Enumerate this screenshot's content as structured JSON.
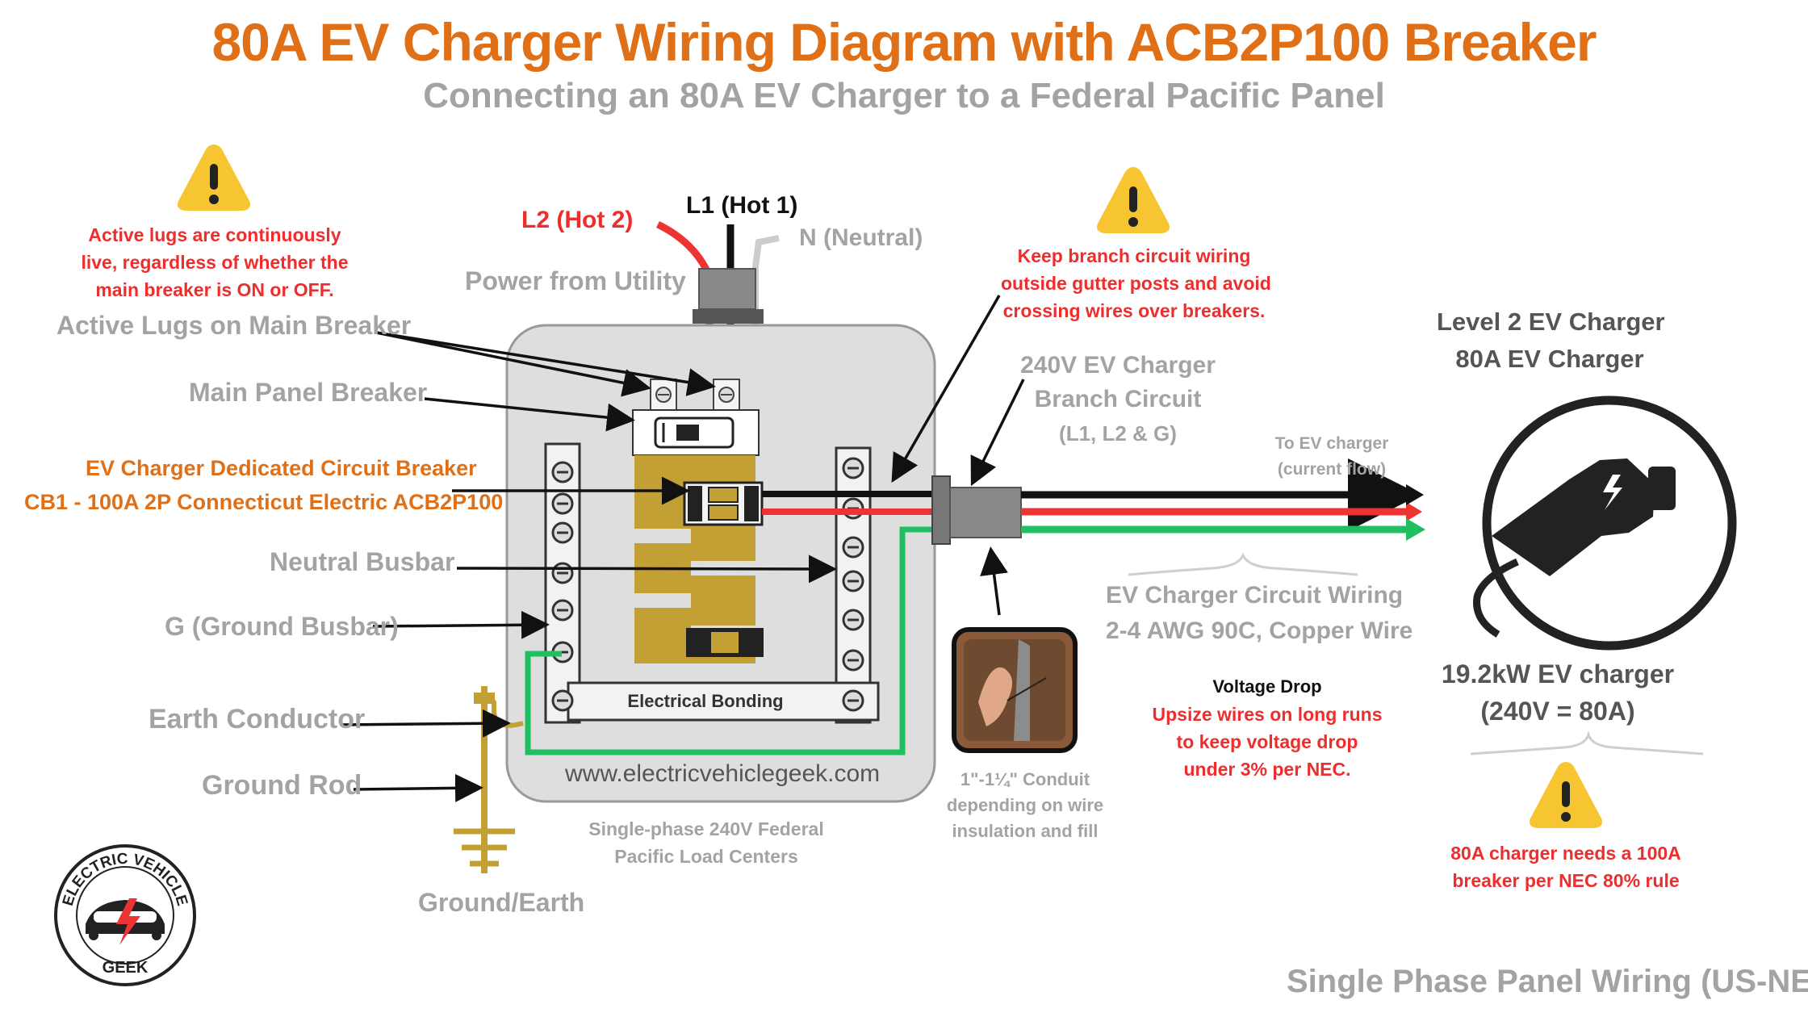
{
  "title": "80A EV Charger Wiring Diagram with ACB2P100 Breaker",
  "subtitle": "Connecting an 80A EV Charger to a Federal Pacific Panel",
  "warnings": {
    "lugs": [
      "Active lugs are continuously",
      "live, regardless of whether the",
      "main breaker is ON or OFF."
    ],
    "routing": [
      "Keep branch circuit wiring",
      "outside gutter posts and avoid",
      "crossing wires over breakers."
    ],
    "breaker_rule": [
      "80A charger needs a 100A",
      "breaker per NEC 80% rule"
    ]
  },
  "labels": {
    "l1": "L1 (Hot 1)",
    "l2": "L2 (Hot 2)",
    "neutral": "N (Neutral)",
    "power_from_utility": "Power from Utility",
    "active_lugs": "Active Lugs on Main Breaker",
    "main_panel_breaker": "Main Panel Breaker",
    "ev_breaker_line1": "EV Charger Dedicated Circuit Breaker",
    "ev_breaker_line2": "CB1 - 100A 2P Connecticut Electric ACB2P100",
    "neutral_busbar": "Neutral Busbar",
    "ground_busbar": "G (Ground Busbar)",
    "earth_conductor": "Earth Conductor",
    "ground_rod": "Ground Rod",
    "ground_earth": "Ground/Earth",
    "electrical_bonding": "Electrical Bonding",
    "website": "www.electricvehiclegeek.com",
    "panel_caption": [
      "Single-phase 240V Federal",
      "Pacific Load Centers"
    ],
    "branch_circuit": [
      "240V EV Charger",
      "Branch Circuit",
      "(L1, L2 & G)"
    ],
    "to_ev_charger": [
      "To EV charger",
      "(current flow)"
    ],
    "circuit_wiring": [
      "EV Charger Circuit Wiring",
      "2-4 AWG 90C, Copper Wire"
    ],
    "conduit": [
      "1\"-1¼\" Conduit",
      "depending on wire",
      "insulation and fill"
    ],
    "voltage_drop_title": "Voltage Drop",
    "voltage_drop_text": [
      "Upsize wires on long runs",
      "to keep voltage drop",
      "under 3% per NEC."
    ],
    "charger_title": [
      "Level 2 EV Charger",
      "80A EV Charger"
    ],
    "charger_power": [
      "19.2kW EV charger",
      "(240V = 80A)"
    ],
    "footer": "Single Phase Panel Wiring (US-NEC)"
  },
  "logo": {
    "top": "ELECTRIC VEHICLE",
    "bottom": "GEEK"
  },
  "colors": {
    "title": "#e07018",
    "gray_text": "#a3a3a3",
    "red_text": "#ee2d2d",
    "panel": "#dedede",
    "busbar_gold": "#c2a033",
    "wire_red": "#ee3333",
    "wire_black": "#111111",
    "wire_green": "#20c060",
    "warning_yellow": "#f7c531"
  }
}
